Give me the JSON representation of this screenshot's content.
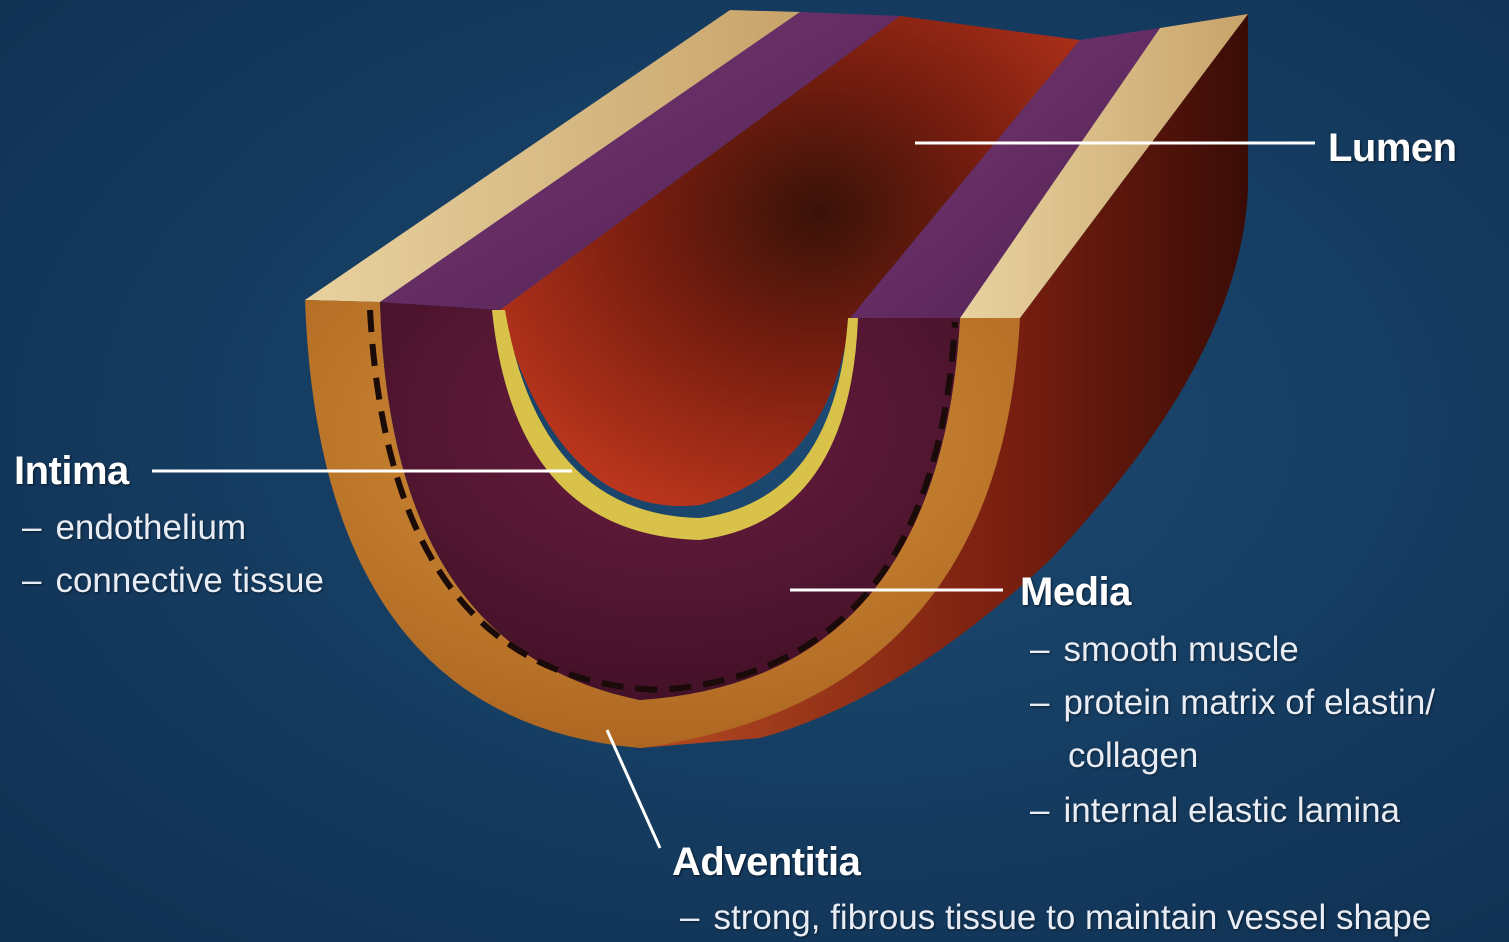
{
  "labels": {
    "lumen": "Lumen",
    "intima": "Intima",
    "media": "Media",
    "adventitia": "Adventitia"
  },
  "intima_items": [
    "endothelium",
    "connective tissue"
  ],
  "media_items": [
    "smooth muscle",
    "protein matrix of elastin/",
    "collagen",
    "internal elastic lamina"
  ],
  "adventitia_items": [
    "strong, fibrous tissue to maintain vessel shape"
  ],
  "bullet": "–",
  "colors": {
    "background": "#163e63",
    "adventitia": "#c98a3a",
    "media": "#5e1a3c",
    "intima": "#d8c24a",
    "lumen": "#8a1f14",
    "leader": "#ffffff"
  }
}
